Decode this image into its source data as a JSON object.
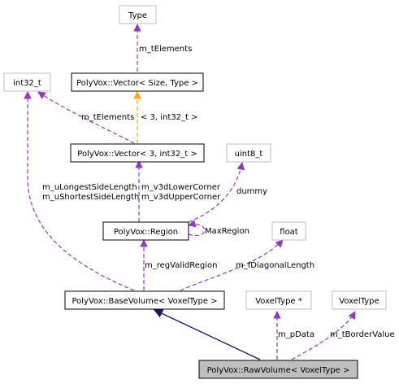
{
  "colors": {
    "background": "#ffffff",
    "node_border": "#000000",
    "external_border": "#bfbfbf",
    "highlight_fill": "#bfbfbf",
    "usage_edge": "#9a32cd",
    "template_edge": "#ffa500",
    "inherit_edge": "#191970"
  },
  "nodes": {
    "type": "Type",
    "vector_size_type": "PolyVox::Vector< Size, Type >",
    "int32_t": "int32_t",
    "vector_3_int32": "PolyVox::Vector< 3, int32_t >",
    "uint8_t": "uint8_t",
    "region": "PolyVox::Region",
    "float": "float",
    "base_volume": "PolyVox::BaseVolume< VoxelType >",
    "voxel_type_ptr": "VoxelType *",
    "voxel_type": "VoxelType",
    "raw_volume": "PolyVox::RawVolume< VoxelType >"
  },
  "edges": {
    "type_to_vector": "m_tElements",
    "int32_to_vector3": "m_tElements",
    "vector_template_args": "< 3, int32_t >",
    "side_length_1": "m_uLongestSideLength",
    "side_length_2": "m_uShortestSideLength",
    "corner_1": "m_v3dLowerCorner",
    "corner_2": "m_v3dUpperCorner",
    "uint8_dummy": "dummy",
    "max_region": "MaxRegion",
    "reg_valid_region": "m_regValidRegion",
    "diagonal_length": "m_fDiagonalLength",
    "p_data": "m_pData",
    "border_value": "m_tBorderValue"
  }
}
